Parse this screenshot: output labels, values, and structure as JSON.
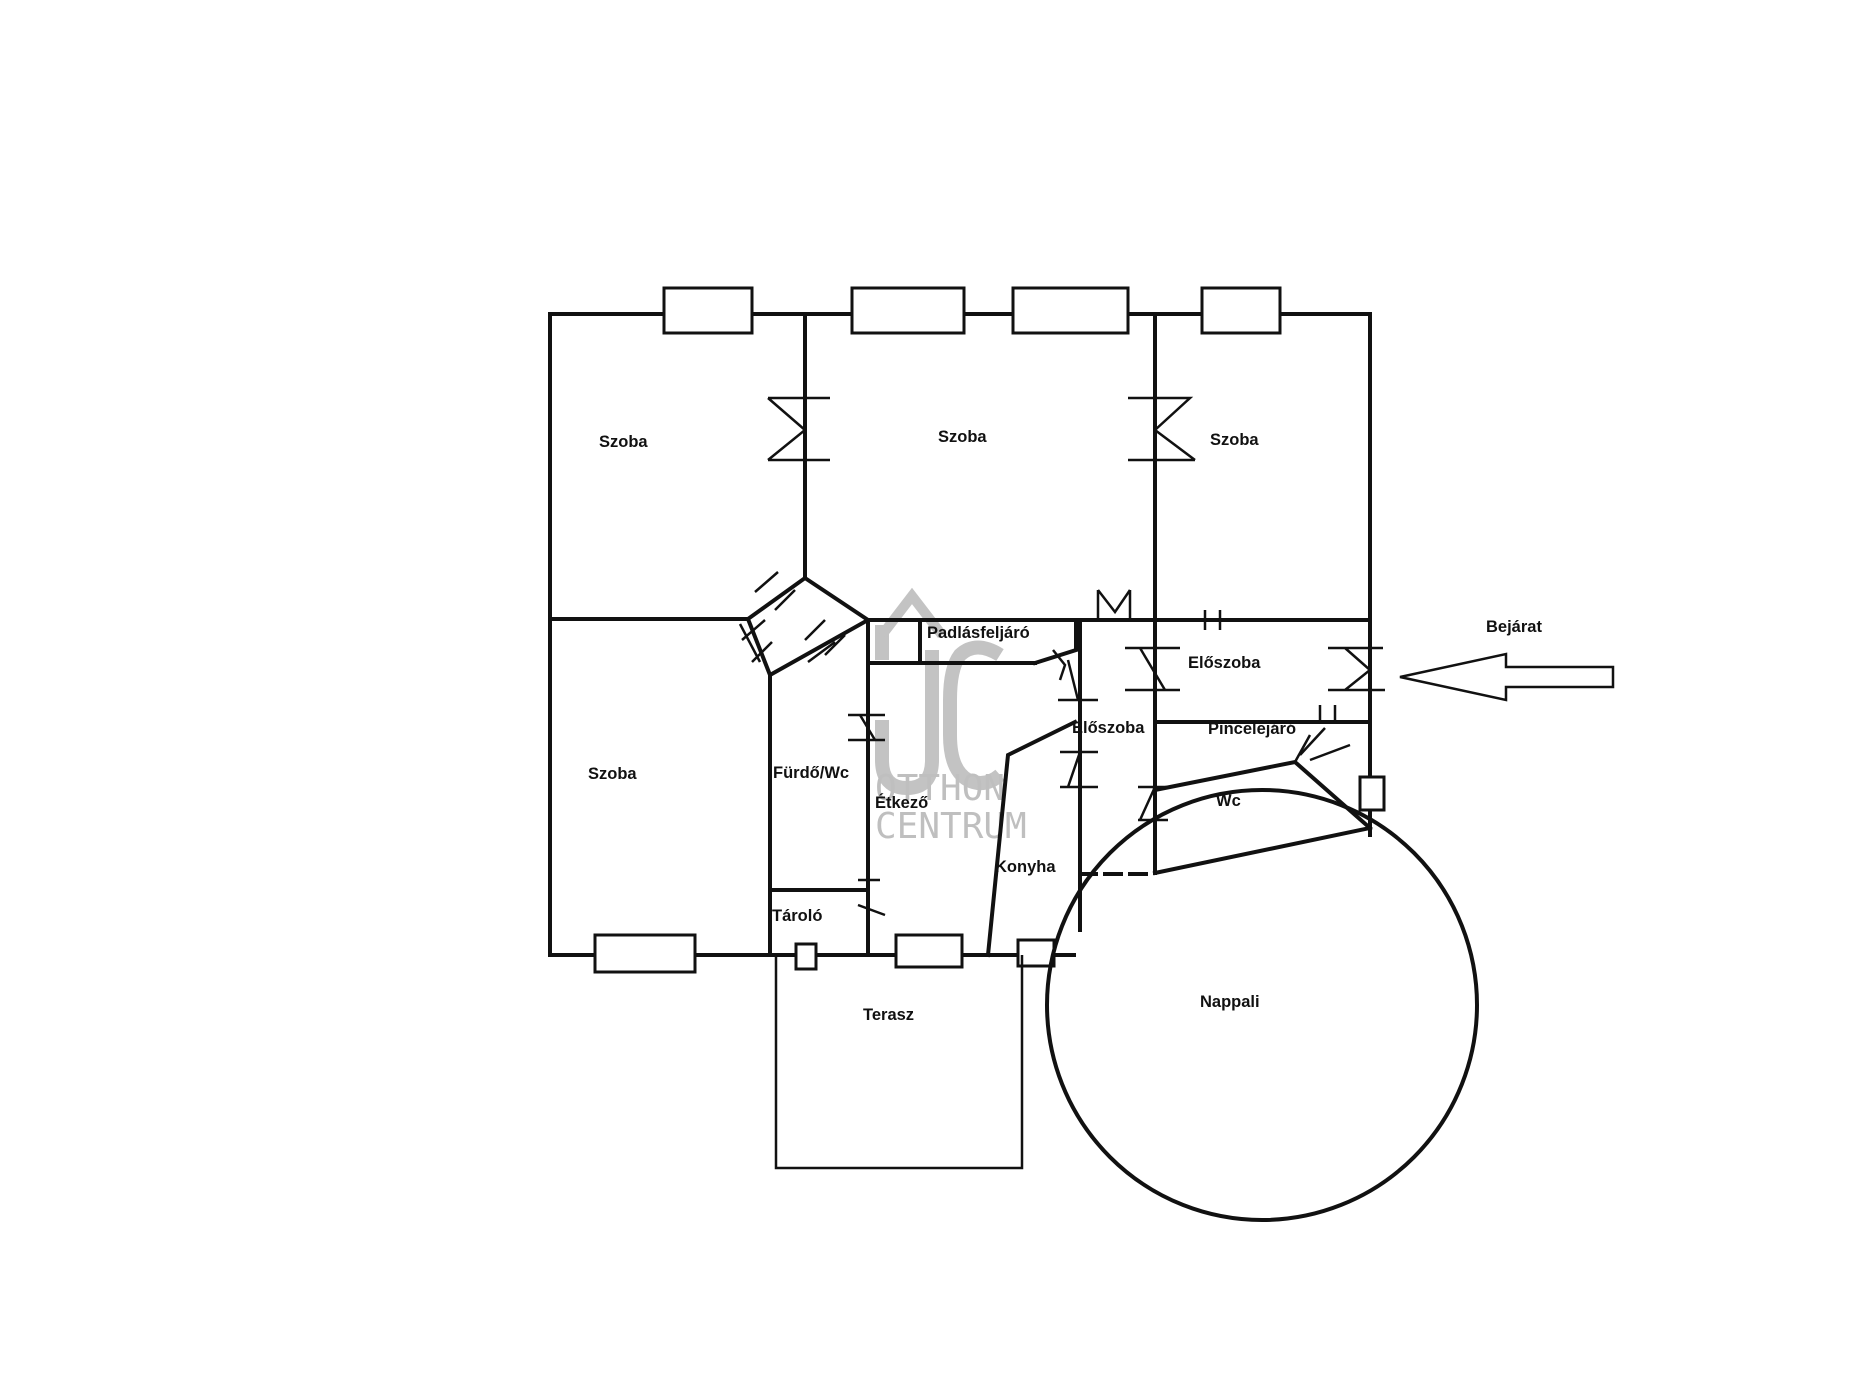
{
  "rooms": [
    {
      "key": "szoba_1",
      "label": "Szoba"
    },
    {
      "key": "szoba_2",
      "label": "Szoba"
    },
    {
      "key": "szoba_3",
      "label": "Szoba"
    },
    {
      "key": "szoba_4",
      "label": "Szoba"
    },
    {
      "key": "padlasfeljaro",
      "label": "Padlásfeljáró"
    },
    {
      "key": "eloszoba_1",
      "label": "Előszoba"
    },
    {
      "key": "eloszoba_2",
      "label": "Előszoba"
    },
    {
      "key": "pincelejaro",
      "label": "Pincelejáró"
    },
    {
      "key": "furdo_wc",
      "label": "Fürdő/Wc"
    },
    {
      "key": "etkezo",
      "label": "Étkező"
    },
    {
      "key": "konyha",
      "label": "Konyha"
    },
    {
      "key": "wc",
      "label": "Wc"
    },
    {
      "key": "tarolo",
      "label": "Tároló"
    },
    {
      "key": "terasz",
      "label": "Terasz"
    },
    {
      "key": "nappali",
      "label": "Nappali"
    }
  ],
  "entrance": {
    "label": "Bejárat"
  },
  "watermark": {
    "line1": "OTTHON",
    "line2": "CENTRUM"
  }
}
